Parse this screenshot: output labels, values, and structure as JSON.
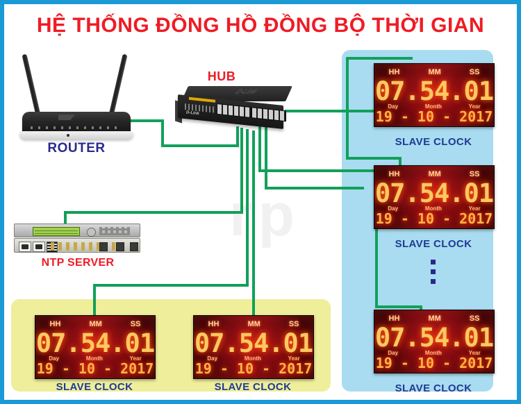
{
  "title": "HỆ THỐNG ĐỒNG HỒ ĐỒNG BỘ THỜI GIAN",
  "watermark": "rp",
  "colors": {
    "frame_border": "#1b9ad6",
    "title_red": "#ee1c25",
    "label_blue": "#2a2a8c",
    "cable_green": "#12a05a",
    "panel_blue": "#a9dcf0",
    "panel_yellow": "#eeee9b",
    "led_red": "#7c0d12",
    "led_digit": "#ffc861"
  },
  "devices": {
    "router": {
      "label": "ROUTER",
      "label_color": "#2a2a8c"
    },
    "hub": {
      "label": "HUB",
      "label_color": "#ee1c25",
      "brand": "D-Link"
    },
    "ntp_server": {
      "label": "NTP SERVER",
      "label_color": "#ee1c25"
    }
  },
  "clock_display": {
    "headers": [
      "HH",
      "MM",
      "SS"
    ],
    "time": "07.54.01",
    "date_headers": [
      "Day",
      "Month",
      "Year"
    ],
    "date": "19 - 10 - 2017",
    "caption": "SLAVE CLOCK"
  },
  "clocks": [
    {
      "id": "slave-clock-right-1",
      "caption": "SLAVE CLOCK",
      "time": "07.54.01",
      "date": "19 - 10 - 2017",
      "group": "blue-panel"
    },
    {
      "id": "slave-clock-right-2",
      "caption": "SLAVE CLOCK",
      "time": "07.54.01",
      "date": "19 - 10 - 2017",
      "group": "blue-panel"
    },
    {
      "id": "slave-clock-right-3",
      "caption": "SLAVE CLOCK",
      "time": "07.54.01",
      "date": "19 - 10 - 2017",
      "group": "blue-panel"
    },
    {
      "id": "slave-clock-bottom-1",
      "caption": "SLAVE CLOCK",
      "time": "07.54.01",
      "date": "19 - 10 - 2017",
      "group": "yellow-panel"
    },
    {
      "id": "slave-clock-bottom-2",
      "caption": "SLAVE CLOCK",
      "time": "07.54.01",
      "date": "19 - 10 - 2017",
      "group": "yellow-panel"
    }
  ],
  "ellipsis": "continuation-dots"
}
